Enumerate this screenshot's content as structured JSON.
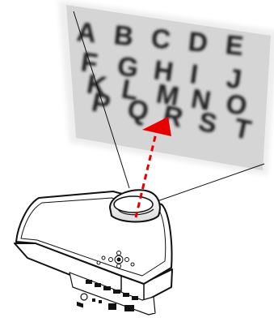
{
  "screen": {
    "rows": [
      [
        "A",
        "B",
        "C",
        "D",
        "E"
      ],
      [
        "F",
        "G",
        "H",
        "I",
        "J"
      ],
      [
        "K",
        "L",
        "M",
        "N",
        "O"
      ],
      [
        "P",
        "Q",
        "R",
        "S",
        "T"
      ]
    ]
  },
  "colors": {
    "screen_fill": "#d8d8d8",
    "screen_edge": "#f4f4f4",
    "letters": "#1a1a1a",
    "focus_arrow": "#e60000",
    "projector_body": "#ffffff",
    "projector_outline": "#111111",
    "beam_lines": "#111111"
  },
  "icons": {
    "arrow": "dashed-red-arrow",
    "projector": "projector-icon",
    "lens": "lens-icon",
    "control_pad": "control-pad-icon"
  }
}
